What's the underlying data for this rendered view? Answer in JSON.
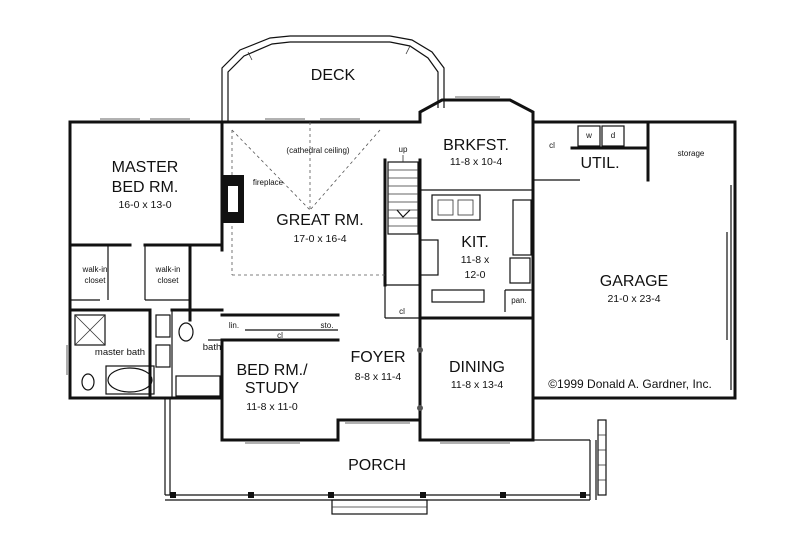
{
  "rooms": {
    "deck": {
      "name": "DECK"
    },
    "master": {
      "name_line1": "MASTER",
      "name_line2": "BED RM.",
      "dims": "16-0 x 13-0"
    },
    "walkin_left": {
      "line1": "walk-in",
      "line2": "closet"
    },
    "walkin_right": {
      "line1": "walk-in",
      "line2": "closet"
    },
    "master_bath": {
      "name": "master bath"
    },
    "bath": {
      "name": "bath"
    },
    "great": {
      "name": "GREAT RM.",
      "dims": "17-0 x 16-4",
      "ceiling": "(cathedral ceiling)",
      "fireplace": "fireplace"
    },
    "stair": {
      "up": "up"
    },
    "brkfst": {
      "name": "BRKFST.",
      "dims": "11-8 x 10-4"
    },
    "kit": {
      "name": "KIT.",
      "dims_line1": "11-8 x",
      "dims_line2": "12-0"
    },
    "util": {
      "name": "UTIL.",
      "w": "w",
      "d": "d",
      "cl": "cl"
    },
    "storage": {
      "name": "storage"
    },
    "garage": {
      "name": "GARAGE",
      "dims": "21-0 x 23-4"
    },
    "pan": {
      "name": "pan."
    },
    "lin": {
      "name": "lin."
    },
    "cl_hall": {
      "name": "cl"
    },
    "sto": {
      "name": "sto."
    },
    "cl_stair": {
      "name": "cl"
    },
    "bed_study": {
      "name_line1": "BED RM./",
      "name_line2": "STUDY",
      "dims": "11-8 x 11-0"
    },
    "foyer": {
      "name": "FOYER",
      "dims": "8-8 x 11-4"
    },
    "dining": {
      "name": "DINING",
      "dims": "11-8 x 13-4"
    },
    "porch": {
      "name": "PORCH"
    }
  },
  "copyright": "©1999 Donald A. Gardner, Inc."
}
